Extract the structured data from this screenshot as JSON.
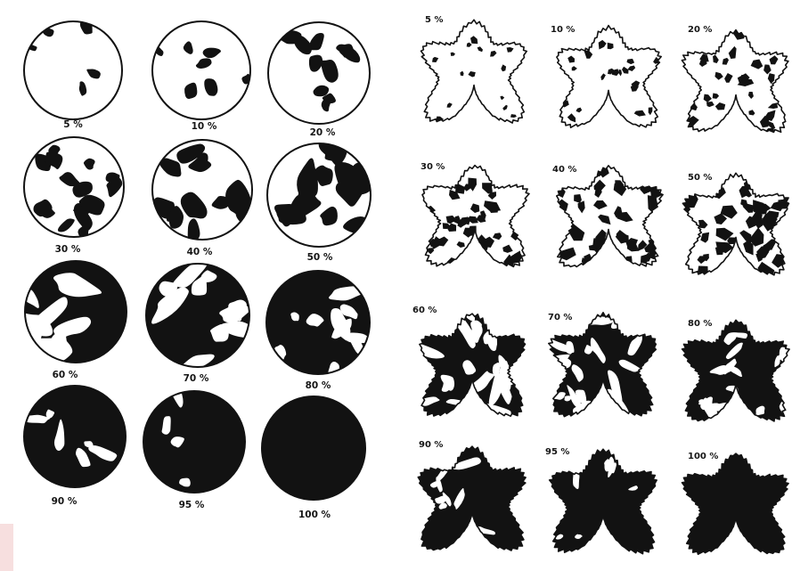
{
  "disk_scale": {
    "items": [
      {
        "label": "5 %",
        "severity_percent": 5
      },
      {
        "label": "10 %",
        "severity_percent": 10
      },
      {
        "label": "20 %",
        "severity_percent": 20
      },
      {
        "label": "30 %",
        "severity_percent": 30
      },
      {
        "label": "40 %",
        "severity_percent": 40
      },
      {
        "label": "50 %",
        "severity_percent": 50
      },
      {
        "label": "60 %",
        "severity_percent": 60
      },
      {
        "label": "70 %",
        "severity_percent": 70
      },
      {
        "label": "80 %",
        "severity_percent": 80
      },
      {
        "label": "90 %",
        "severity_percent": 90
      },
      {
        "label": "95 %",
        "severity_percent": 95
      },
      {
        "label": "100 %",
        "severity_percent": 100
      }
    ]
  },
  "leaf_scale": {
    "items": [
      {
        "label": "5 %",
        "severity_percent": 5
      },
      {
        "label": "10 %",
        "severity_percent": 10
      },
      {
        "label": "20 %",
        "severity_percent": 20
      },
      {
        "label": "30 %",
        "severity_percent": 30
      },
      {
        "label": "40 %",
        "severity_percent": 40
      },
      {
        "label": "50 %",
        "severity_percent": 50
      },
      {
        "label": "60 %",
        "severity_percent": 60
      },
      {
        "label": "70 %",
        "severity_percent": 70
      },
      {
        "label": "80 %",
        "severity_percent": 80
      },
      {
        "label": "90 %",
        "severity_percent": 90
      },
      {
        "label": "95 %",
        "severity_percent": 95
      },
      {
        "label": "100 %",
        "severity_percent": 100
      }
    ]
  },
  "colors": {
    "ink": "#121212",
    "paper": "#ffffff",
    "scan_tint": "#f7dfdf"
  }
}
